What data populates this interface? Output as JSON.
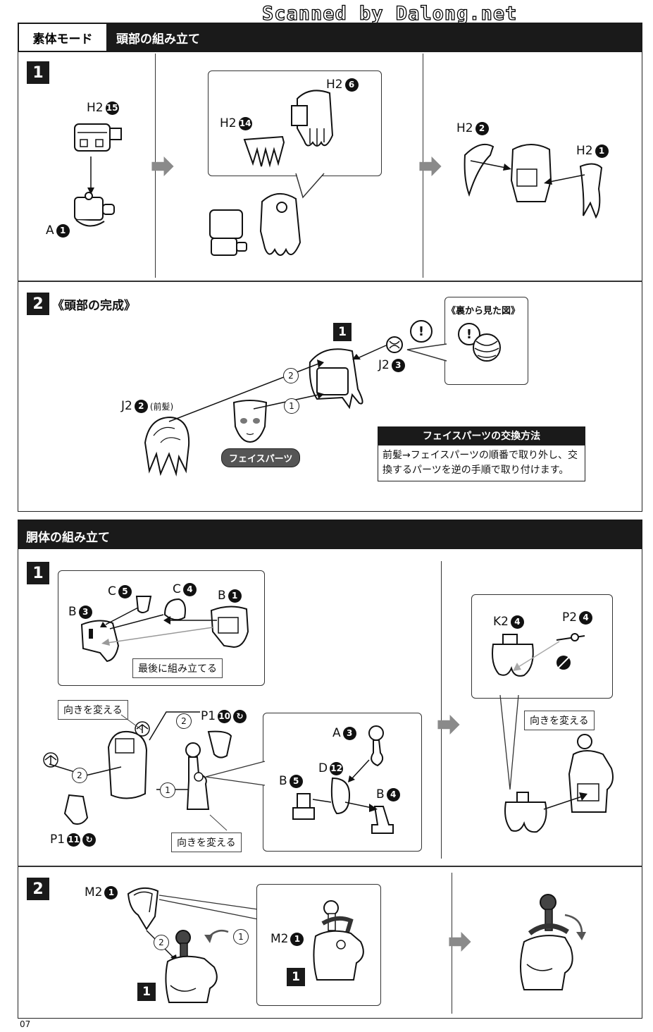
{
  "watermark": "Scanned by Dalong.net",
  "page_number": "07",
  "colors": {
    "header_bg": "#1a1a1a",
    "step_bg": "#1a1a1a",
    "arrow_gray": "#8a8a8a",
    "pill_bg": "#555555"
  },
  "section1": {
    "tab": "素体モード",
    "title": "頭部の組み立て",
    "step1": {
      "number": "1",
      "labels": {
        "h2_15": "H2",
        "h2_15_n": "15",
        "a1": "A",
        "a1_n": "1",
        "h2_6": "H2",
        "h2_6_n": "6",
        "h2_14": "H2",
        "h2_14_n": "14",
        "h2_2": "H2",
        "h2_2_n": "2",
        "h2_1": "H2",
        "h2_1_n": "1"
      }
    },
    "step2": {
      "number": "2",
      "title": "《頭部の完成》",
      "back_view": "《裏から見た図》",
      "ref_step": "1",
      "labels": {
        "j2_3": "J2",
        "j2_3_n": "3",
        "j2_2": "J2",
        "j2_2_n": "2",
        "j2_2_note": "(前髪)",
        "seq1": "1",
        "seq2": "2"
      },
      "face_parts": "フェイスパーツ",
      "warn": "!",
      "note_title": "フェイスパーツの交換方法",
      "note_line1": "前髪→フェイスパーツの順番で取り外し、交",
      "note_line2": "換するパーツを逆の手順で取り付けます。"
    }
  },
  "section2": {
    "title": "胴体の組み立て",
    "step1": {
      "number": "1",
      "labels": {
        "c5": "C",
        "c5_n": "5",
        "c4": "C",
        "c4_n": "4",
        "b3": "B",
        "b3_n": "3",
        "b1": "B",
        "b1_n": "1",
        "p1_10": "P1",
        "p1_10_n": "10",
        "p1_11": "P1",
        "p1_11_n": "11",
        "a3": "A",
        "a3_n": "3",
        "d12": "D",
        "d12_n": "12",
        "b5": "B",
        "b5_n": "5",
        "b4": "B",
        "b4_n": "4",
        "k2_4": "K2",
        "k2_4_n": "4",
        "p2_4": "P2",
        "p2_4_n": "4",
        "seq1": "1",
        "seq2a": "2",
        "seq2b": "2"
      },
      "last_assemble": "最後に組み立てる",
      "turn1": "向きを変える",
      "turn2": "向きを変える",
      "turn3": "向きを変える"
    },
    "step2": {
      "number": "2",
      "labels": {
        "m2_1": "M2",
        "m2_1_n": "1",
        "m2_1b": "M2",
        "m2_1b_n": "1",
        "seq1": "1",
        "seq2": "2",
        "ref1": "1",
        "ref2": "1"
      }
    }
  }
}
